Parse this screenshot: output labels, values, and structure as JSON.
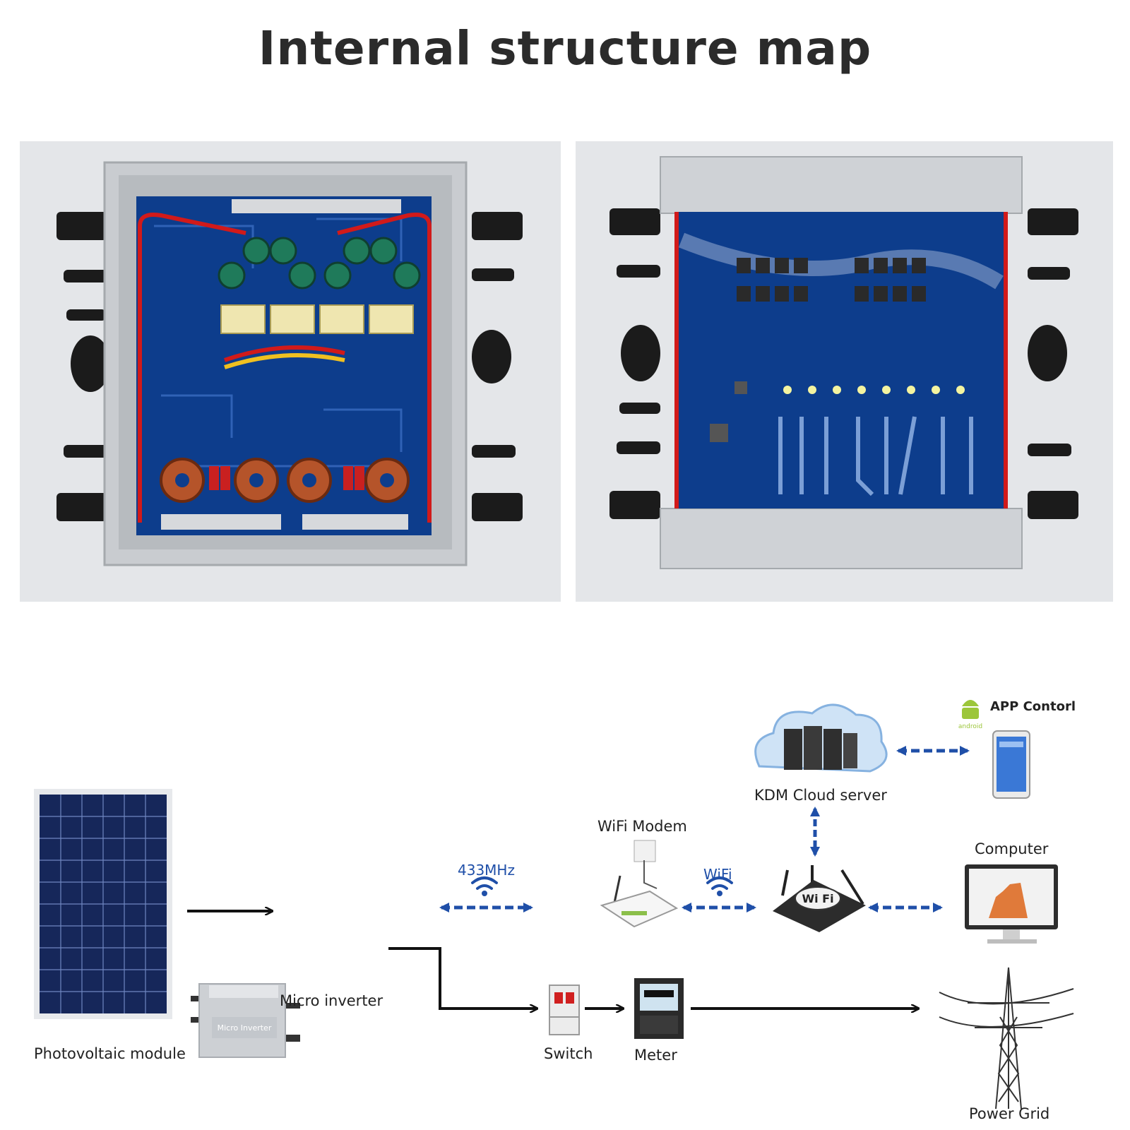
{
  "title": "Internal structure map",
  "photos": {
    "left_name": "internal-board-top-view",
    "right_name": "internal-board-bottom-view"
  },
  "diagram": {
    "labels": {
      "photovoltaic_module": "Photovoltaic module",
      "micro_inverter": "Micro inverter",
      "micro_inverter_case_text": "Micro Inverter",
      "switch": "Switch",
      "meter": "Meter",
      "power_grid": "Power Grid",
      "wifi_modem": "WiFi Modem",
      "kdm_cloud_server": "KDM Cloud server",
      "computer": "Computer",
      "app_control": "APP Contorl",
      "android_text": "android",
      "link_433mhz": "433MHz",
      "link_wifi": "WiFi",
      "router_badge": "Wi Fi"
    },
    "colors": {
      "link_blue": "#1f4fa8",
      "arrow_black": "#111111",
      "pcb_blue": "#0d3d8c",
      "wire_red": "#d11a1a"
    }
  }
}
